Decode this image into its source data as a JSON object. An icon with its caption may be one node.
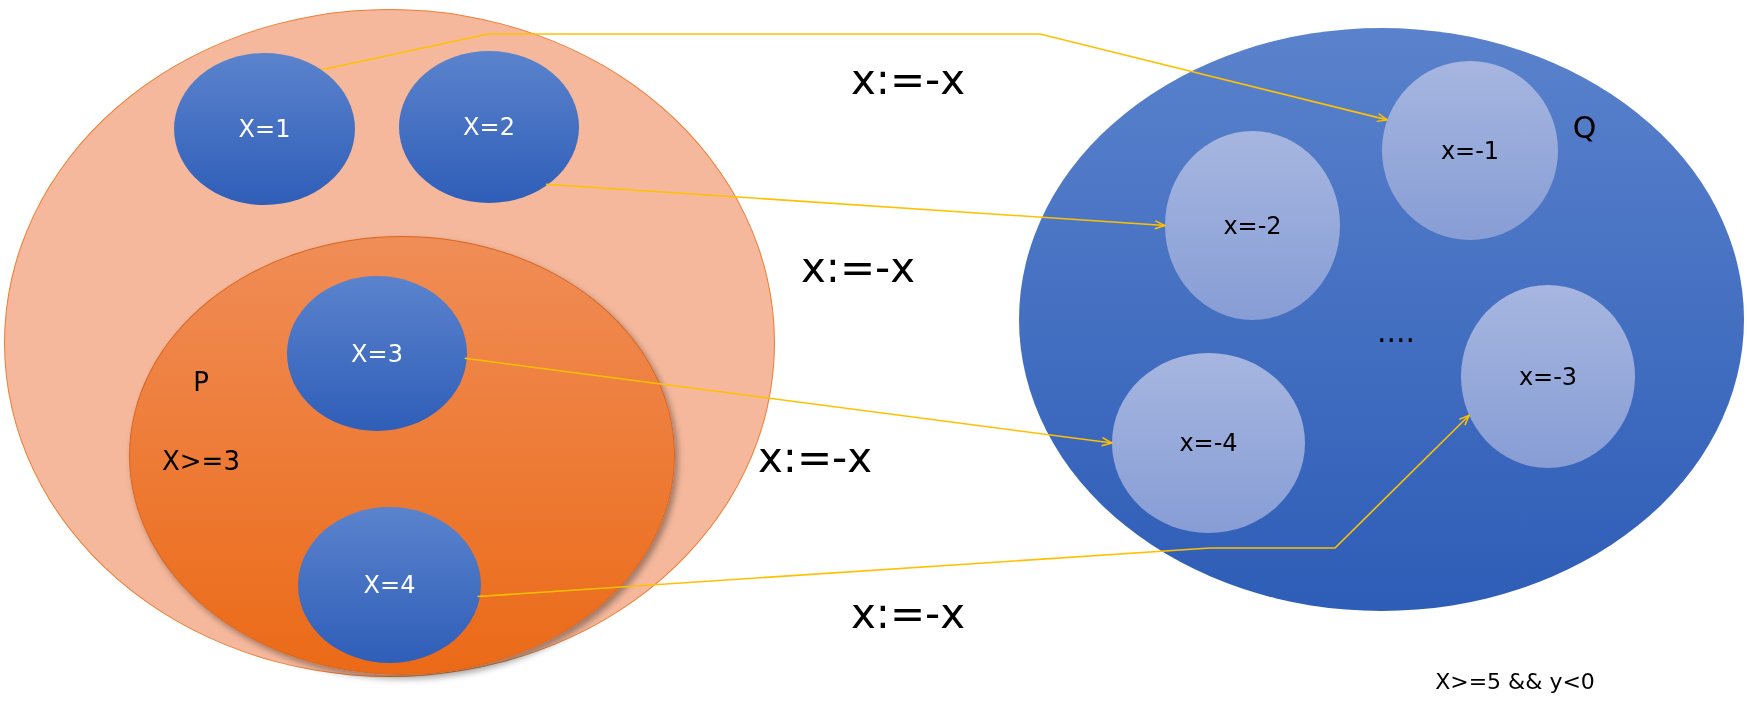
{
  "diagram": {
    "nodes": [
      {
        "text": [],
        "shape": "circle"
      },
      {
        "text": [
          "X=1"
        ],
        "in": 0
      },
      {
        "text": [
          "X=2"
        ],
        "in": 0
      },
      {
        "text": [
          "P",
          "X>=3"
        ],
        "in": 0
      },
      {
        "text": [
          "X=3"
        ],
        "in": 3
      },
      {
        "text": [
          "X=4"
        ],
        "in": 3
      },
      {
        "text": [
          "Q",
          "...."
        ],
        "beside": [
          "X>=5 && y<0"
        ]
      },
      {
        "text": [
          "x=-1"
        ],
        "in": 6
      },
      {
        "text": [
          "x=-2"
        ],
        "in": 6
      },
      {
        "text": [
          "x=-4"
        ],
        "in": 6
      },
      {
        "text": [
          "x=-3"
        ],
        "in": 6
      }
    ],
    "edges": [
      {
        "from": 1,
        "to": 7,
        "arrow": "to"
      },
      {
        "from": 2,
        "to": 8,
        "arrow": "to"
      },
      {
        "from": 4,
        "to": 9,
        "arrow": "to"
      },
      {
        "from": 5,
        "to": 10,
        "arrow": "to"
      }
    ],
    "labels": [
      "x:=-x",
      "x:=-x",
      "x:=-x",
      "x:=-x"
    ]
  }
}
